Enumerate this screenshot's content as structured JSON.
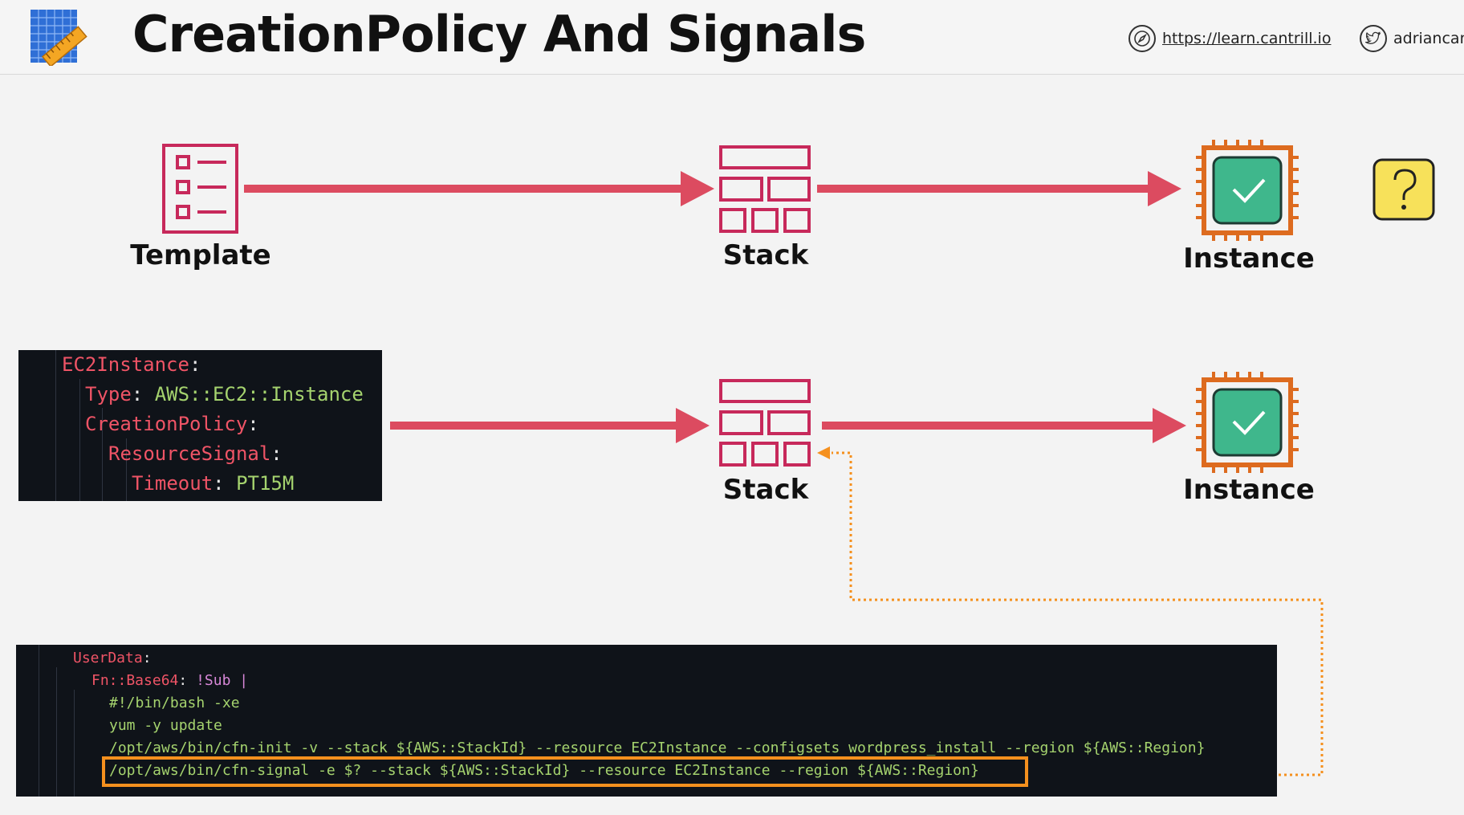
{
  "header": {
    "title": "CreationPolicy And Signals",
    "link_url": "https://learn.cantrill.io",
    "link_twitter": "adriancantrill"
  },
  "diagram": {
    "row1": {
      "template_label": "Template",
      "stack_label": "Stack",
      "instance_label": "Instance"
    },
    "row2": {
      "stack_label": "Stack",
      "instance_label": "Instance"
    }
  },
  "policy_code": {
    "l1_key": "EC2Instance",
    "l2_key": "Type",
    "l2_val": "AWS::EC2::Instance",
    "l3_key": "CreationPolicy",
    "l4_key": "ResourceSignal",
    "l5_key": "Timeout",
    "l5_val": "PT15M"
  },
  "userdata_code": {
    "l1_key": "UserData",
    "l2_key": "Fn::Base64",
    "l2_tag": "!Sub |",
    "l3": "#!/bin/bash -xe",
    "l4": "yum -y update",
    "l5": "/opt/aws/bin/cfn-init -v --stack ${AWS::StackId} --resource EC2Instance --configsets wordpress_install --region ${AWS::Region}",
    "l6": "/opt/aws/bin/cfn-signal -e $? --stack ${AWS::StackId} --resource EC2Instance --region ${AWS::Region}"
  },
  "colors": {
    "arrow": "#dc4b60",
    "resource": "#c7295b",
    "chip": "#dd6b1f",
    "chip_fill": "#3fb78c",
    "signal": "#f5901e",
    "question_fill": "#f7e15a"
  }
}
